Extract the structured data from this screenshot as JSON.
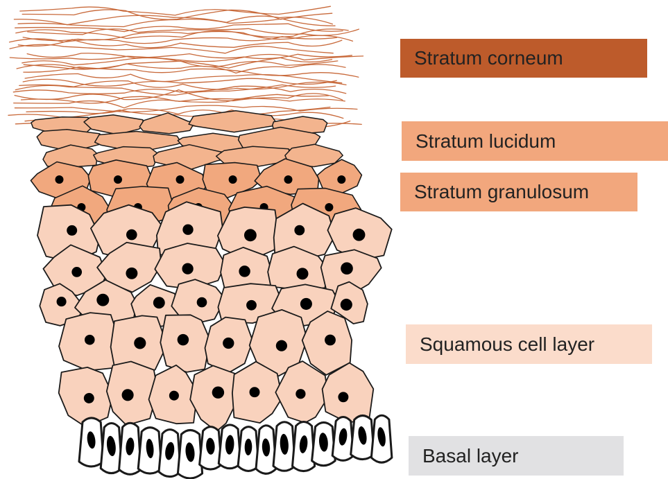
{
  "layers": [
    {
      "id": "corneum",
      "label": "Stratum corneum",
      "color": "#bd5b2b"
    },
    {
      "id": "lucidum",
      "label": "Stratum lucidum",
      "color": "#f2a77d"
    },
    {
      "id": "granulosum",
      "label": "Stratum granulosum",
      "color": "#f2a77d"
    },
    {
      "id": "squamous",
      "label": "Squamous cell layer",
      "color": "#fbdccb"
    },
    {
      "id": "basal",
      "label": "Basal layer",
      "color": "#e1e1e3"
    }
  ],
  "colors": {
    "keratin_fibre": "#c8693a",
    "flat_cell": "#f3b48e",
    "granular_cell": "#f1a87e",
    "squamous_cell": "#f9d2bd",
    "basal_cell": "#ffffff",
    "outline": "#1a1a1a",
    "nucleus": "#000000"
  }
}
